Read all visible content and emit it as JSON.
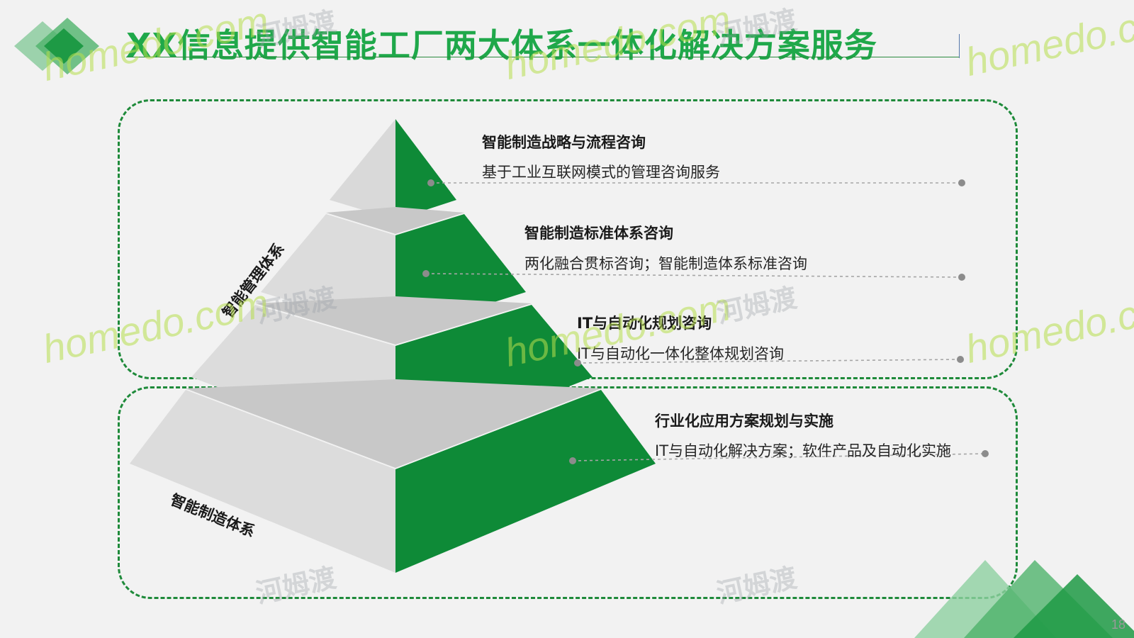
{
  "title": "XX信息提供智能工厂两大体系一体化解决方案服务",
  "side_labels": {
    "management": "智能管理体系",
    "manufacturing": "智能制造体系"
  },
  "layers": [
    {
      "heading": "智能制造战略与流程咨询",
      "description": "基于工业互联网模式的管理咨询服务"
    },
    {
      "heading": "智能制造标准体系咨询",
      "description": "两化融合贯标咨询；智能制造体系标准咨询"
    },
    {
      "heading": "IT与自动化规划咨询",
      "description": "IT与自动化一体化整体规划咨询"
    },
    {
      "heading": "行业化应用方案规划与实施",
      "description": "IT与自动化解决方案；软件产品及自动化实施"
    }
  ],
  "page_number": "18",
  "watermark": {
    "brand": "homedo.com",
    "cn": "河姆渡"
  },
  "colors": {
    "accent": "#1fa84a",
    "pyramid_green": "#0e8a37",
    "pyramid_light": "#dcdcdc",
    "frame": "#1e8a3a"
  }
}
